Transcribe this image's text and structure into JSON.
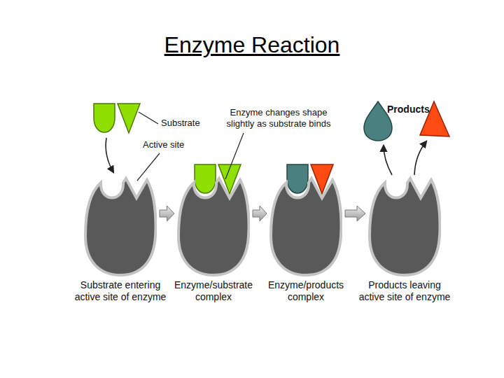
{
  "diagram": {
    "title": "Enzyme Reaction",
    "nodes": [
      {
        "text": [
          "Substrate entering active site of enzyme"
        ]
      },
      {
        "text": [
          "Enzyme/substrate complex"
        ]
      },
      {
        "text": [
          "Enzyme/products complex"
        ]
      },
      {
        "text": [
          "Products leaving active site of enzyme"
        ]
      }
    ],
    "edges": [
      {
        "from": 0,
        "to": 1,
        "arrow": "to"
      },
      {
        "from": 1,
        "to": 2,
        "arrow": "to"
      },
      {
        "from": 2,
        "to": 3,
        "arrow": "to"
      }
    ],
    "labels": [
      "Substrate",
      "Active site",
      "Enzyme changes shape slightly as substrate binds",
      "Products"
    ]
  }
}
